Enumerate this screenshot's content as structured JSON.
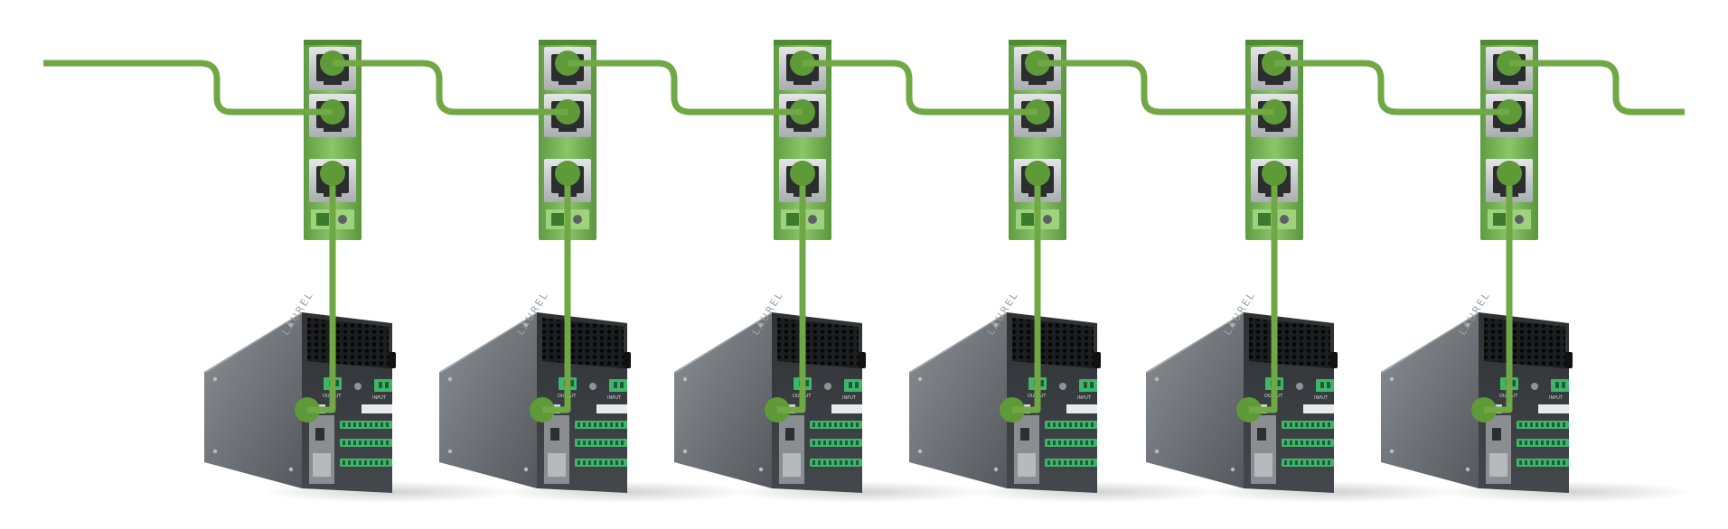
{
  "diagram": {
    "label": "",
    "nodes": [
      {
        "id": "unit-1",
        "device_text": "LAUREL",
        "output_label": "OUTPUT",
        "input_label": "INPUT"
      },
      {
        "id": "unit-2",
        "device_text": "LAUREL",
        "output_label": "OUTPUT",
        "input_label": "INPUT"
      },
      {
        "id": "unit-3",
        "device_text": "LAUREL",
        "output_label": "OUTPUT",
        "input_label": "INPUT"
      },
      {
        "id": "unit-4",
        "device_text": "LAUREL",
        "output_label": "OUTPUT",
        "input_label": "INPUT"
      },
      {
        "id": "unit-5",
        "device_text": "LAUREL",
        "output_label": "OUTPUT",
        "input_label": "INPUT"
      },
      {
        "id": "unit-6",
        "device_text": "LAUREL",
        "output_label": "OUTPUT",
        "input_label": "INPUT"
      }
    ],
    "colors": {
      "cable": "#6fa845",
      "cable_dot": "#5e9a38",
      "junction_box": "#7ab85a",
      "junction_box_dark": "#4f8a34",
      "port_metal": "#c9cccd",
      "chassis_side": "#707579",
      "chassis_back": "#3a3d40",
      "terminal_green": "#3fb56a"
    }
  }
}
